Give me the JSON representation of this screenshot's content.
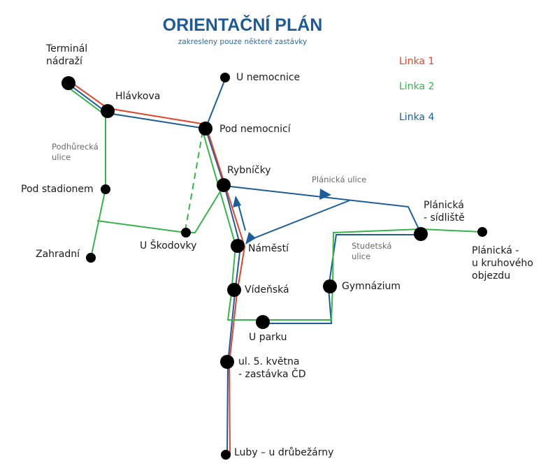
{
  "title": "ORIENTAČNÍ PLÁN",
  "subtitle": "zakresleny pouze některé zastávky",
  "legend": [
    {
      "label": "Linka 1",
      "color": "#e0452b"
    },
    {
      "label": "Linka 2",
      "color": "#37b34a"
    },
    {
      "label": "Linka 4",
      "color": "#1c5d99"
    }
  ],
  "stops": {
    "terminal": [
      "Terminál",
      "nádraží"
    ],
    "hlavkova": "Hlávkova",
    "u_nemocnice": "U nemocnice",
    "pod_nemocnici": "Pod nemocnicí",
    "rybnicky": "Rybníčky",
    "pod_stadionem": "Pod stadionem",
    "zahradni": "Zahradní",
    "u_skodovky": "U Škodovky",
    "namesti": "Náměstí",
    "planicka_sidliste": [
      "Plánická",
      "- sídliště"
    ],
    "planicka_kruhovy": [
      "Plánická -",
      "u kruhového",
      "objezdu"
    ],
    "gymnazium": "Gymnázium",
    "videnska": "Vídeňská",
    "u_parku": "U parku",
    "ul_5_kvetna": [
      "ul. 5. května",
      "- zastávka ČD"
    ],
    "luby": "Luby – u drůbežárny"
  },
  "streets": {
    "podhurecka": [
      "Podhůrecká",
      "ulice"
    ],
    "planicka": "Plánická ulice",
    "studentska": [
      "Studetská",
      "ulice"
    ]
  }
}
